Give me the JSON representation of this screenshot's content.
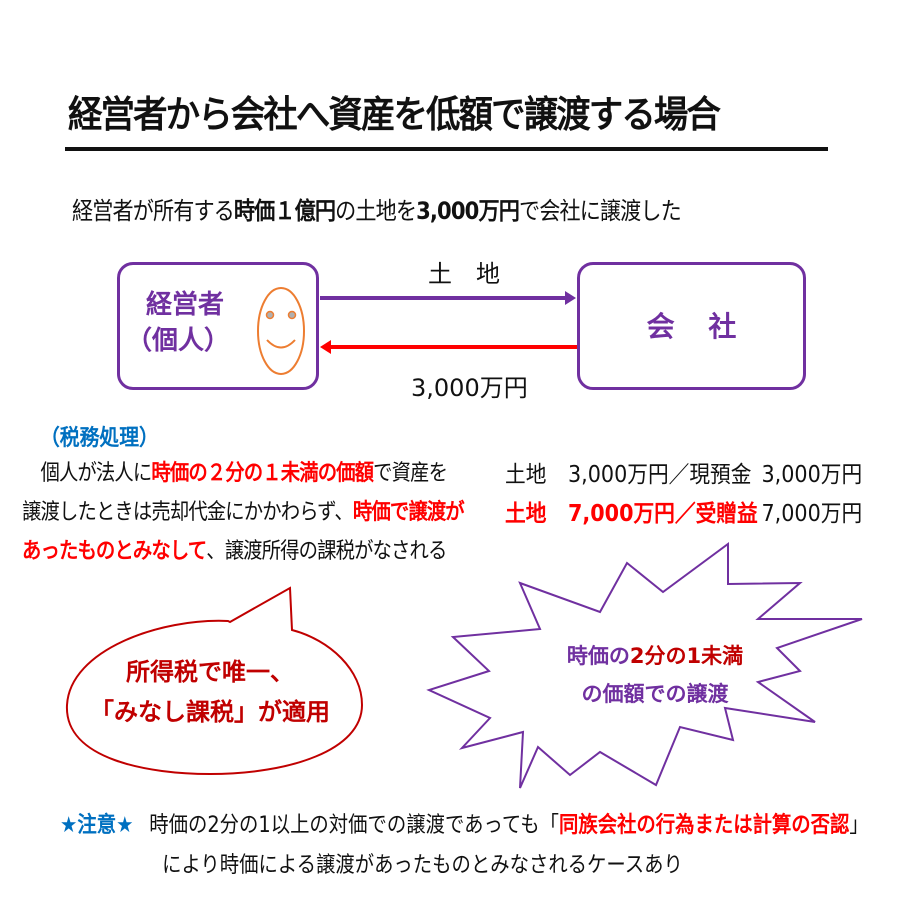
{
  "title": "経営者から会社へ資産を低額で譲渡する場合",
  "lead": {
    "p1": "経営者が所有する",
    "b1": "時価１億円",
    "p2": "の土地を",
    "b2": "3,000万円",
    "p3": "で会社に譲渡した"
  },
  "diagram": {
    "left_box": {
      "line1": "経営者",
      "line2": "（個人）"
    },
    "right_box": {
      "label": "会 社"
    },
    "top_arrow_label": "土　地",
    "bottom_arrow_label": "3,000万円",
    "colors": {
      "box_border": "#7030a0",
      "top_arrow": "#7030a0",
      "bottom_arrow": "#ff0000",
      "face": "#ed7d31"
    }
  },
  "tax": {
    "heading": "（税務処理）",
    "line1": {
      "p1": "　個人が法人に",
      "h1": "時価の２分の１未満の価額",
      "p2": "で資産を"
    },
    "line2": {
      "p1": "譲渡したときは売却代金にかかわらず、",
      "h1": "時価で譲渡が"
    },
    "line3": {
      "h1": "あったものとみなして",
      "p1": "、譲渡所得の課税がなされる"
    }
  },
  "journal": [
    {
      "debit_account": "土地",
      "debit_amount": "3,000万円／現預金",
      "credit_amount": "3,000万円",
      "highlight": false
    },
    {
      "debit_account": "土地",
      "debit_amount": "7,000万円／受贈益",
      "credit_amount": "7,000万円",
      "highlight": true
    }
  ],
  "callout_oval": {
    "line1": "所得税で唯一、",
    "line2": "「みなし課税」が適用",
    "color": "#c00000"
  },
  "burst": {
    "l1a": "時価の",
    "l1b": "2分の1未満",
    "line2": "の価額での譲渡"
  },
  "note": {
    "mark": "★注意★",
    "p1": "時価の2分の1以上の対価での譲渡であっても「",
    "h1": "同族会社の行為または計算の否認",
    "p2": "」",
    "line2": "により時価による譲渡があったものとみなされるケースあり"
  }
}
